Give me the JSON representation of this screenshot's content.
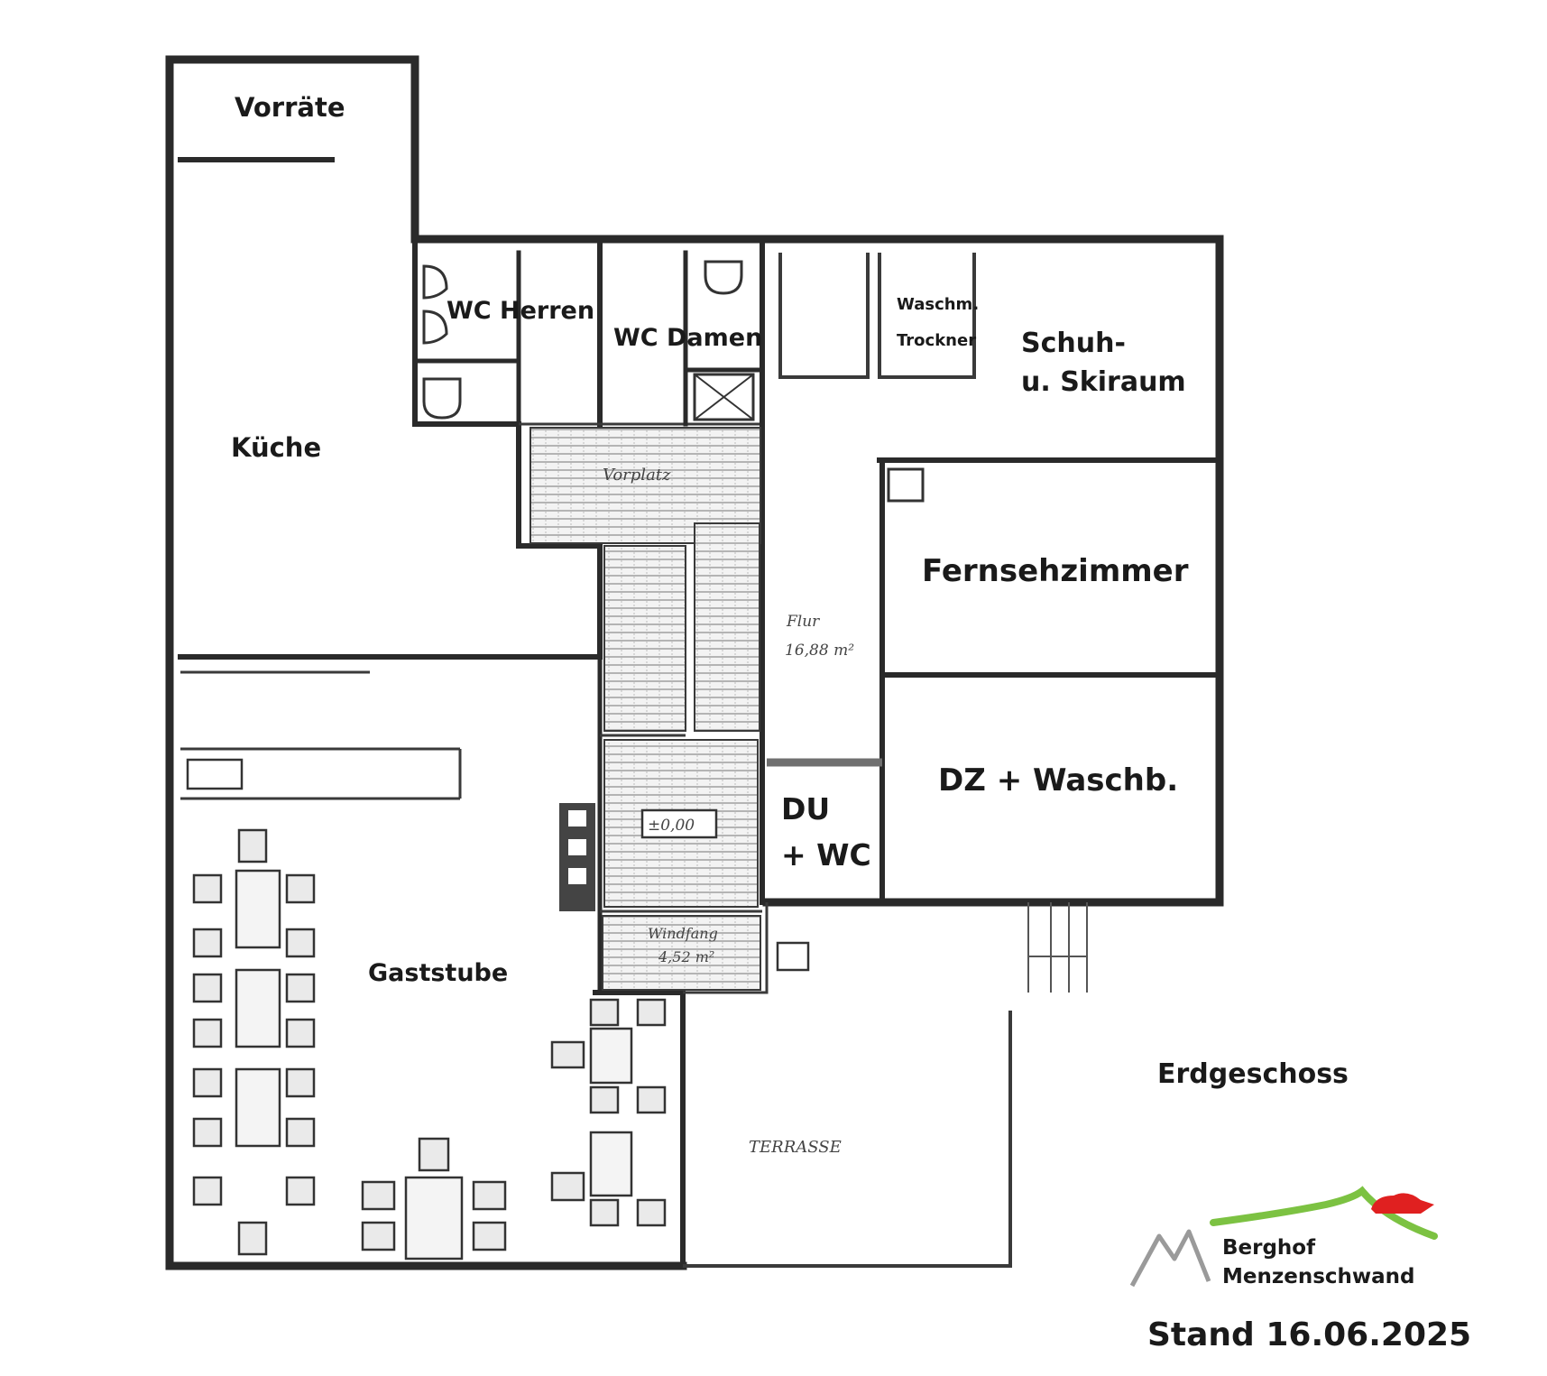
{
  "plan": {
    "floor_title": "Erdgeschoss",
    "stand": "Stand 16.06.2025",
    "rooms": {
      "vorraete": "Vorräte",
      "kueche": "Küche",
      "wc_herren": "WC Herren",
      "wc_damen": "WC Damen",
      "waschm_1": "Waschm.",
      "waschm_2": "Trockner",
      "schuh_1": "Schuh-",
      "schuh_2": "u. Skiraum",
      "fernseh": "Fernsehzimmer",
      "dz": "DZ + Waschb.",
      "du_1": "DU",
      "du_2": "+ WC",
      "gaststube": "Gaststube"
    },
    "handwritten": {
      "vorplatz": "Vorplatz",
      "flur_1": "Flur",
      "flur_2": "16,88 m²",
      "level": "±0,00",
      "windfang_1": "Windfang",
      "windfang_2": "4,52 m²",
      "terrasse": "TERRASSE"
    }
  },
  "logo": {
    "line1": "Berghof",
    "line2": "Menzenschwand",
    "colors": {
      "hill": "#7cc242",
      "roof": "#e02020",
      "mountain": "#9a9a9a"
    }
  }
}
